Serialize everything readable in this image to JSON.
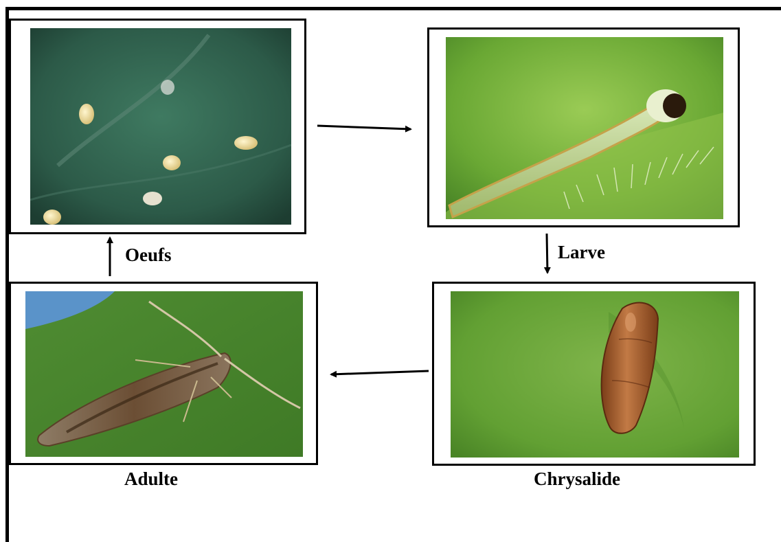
{
  "stages": {
    "eggs": {
      "label": "Oeufs",
      "photo": "moth-eggs-on-leaf-photo"
    },
    "larva": {
      "label": "Larve",
      "photo": "larva-on-leaf-photo"
    },
    "pupa": {
      "label": "Chrysalide",
      "photo": "pupa-on-leaf-photo"
    },
    "adult": {
      "label": "Adulte",
      "photo": "adult-moth-on-leaf-photo"
    }
  },
  "colors": {
    "frame": "#000000",
    "leaf_dark": "#2f5f4c",
    "leaf_green": "#5a9a2a",
    "leaf_light": "#8cc34a",
    "pupa": "#a65a2c"
  }
}
